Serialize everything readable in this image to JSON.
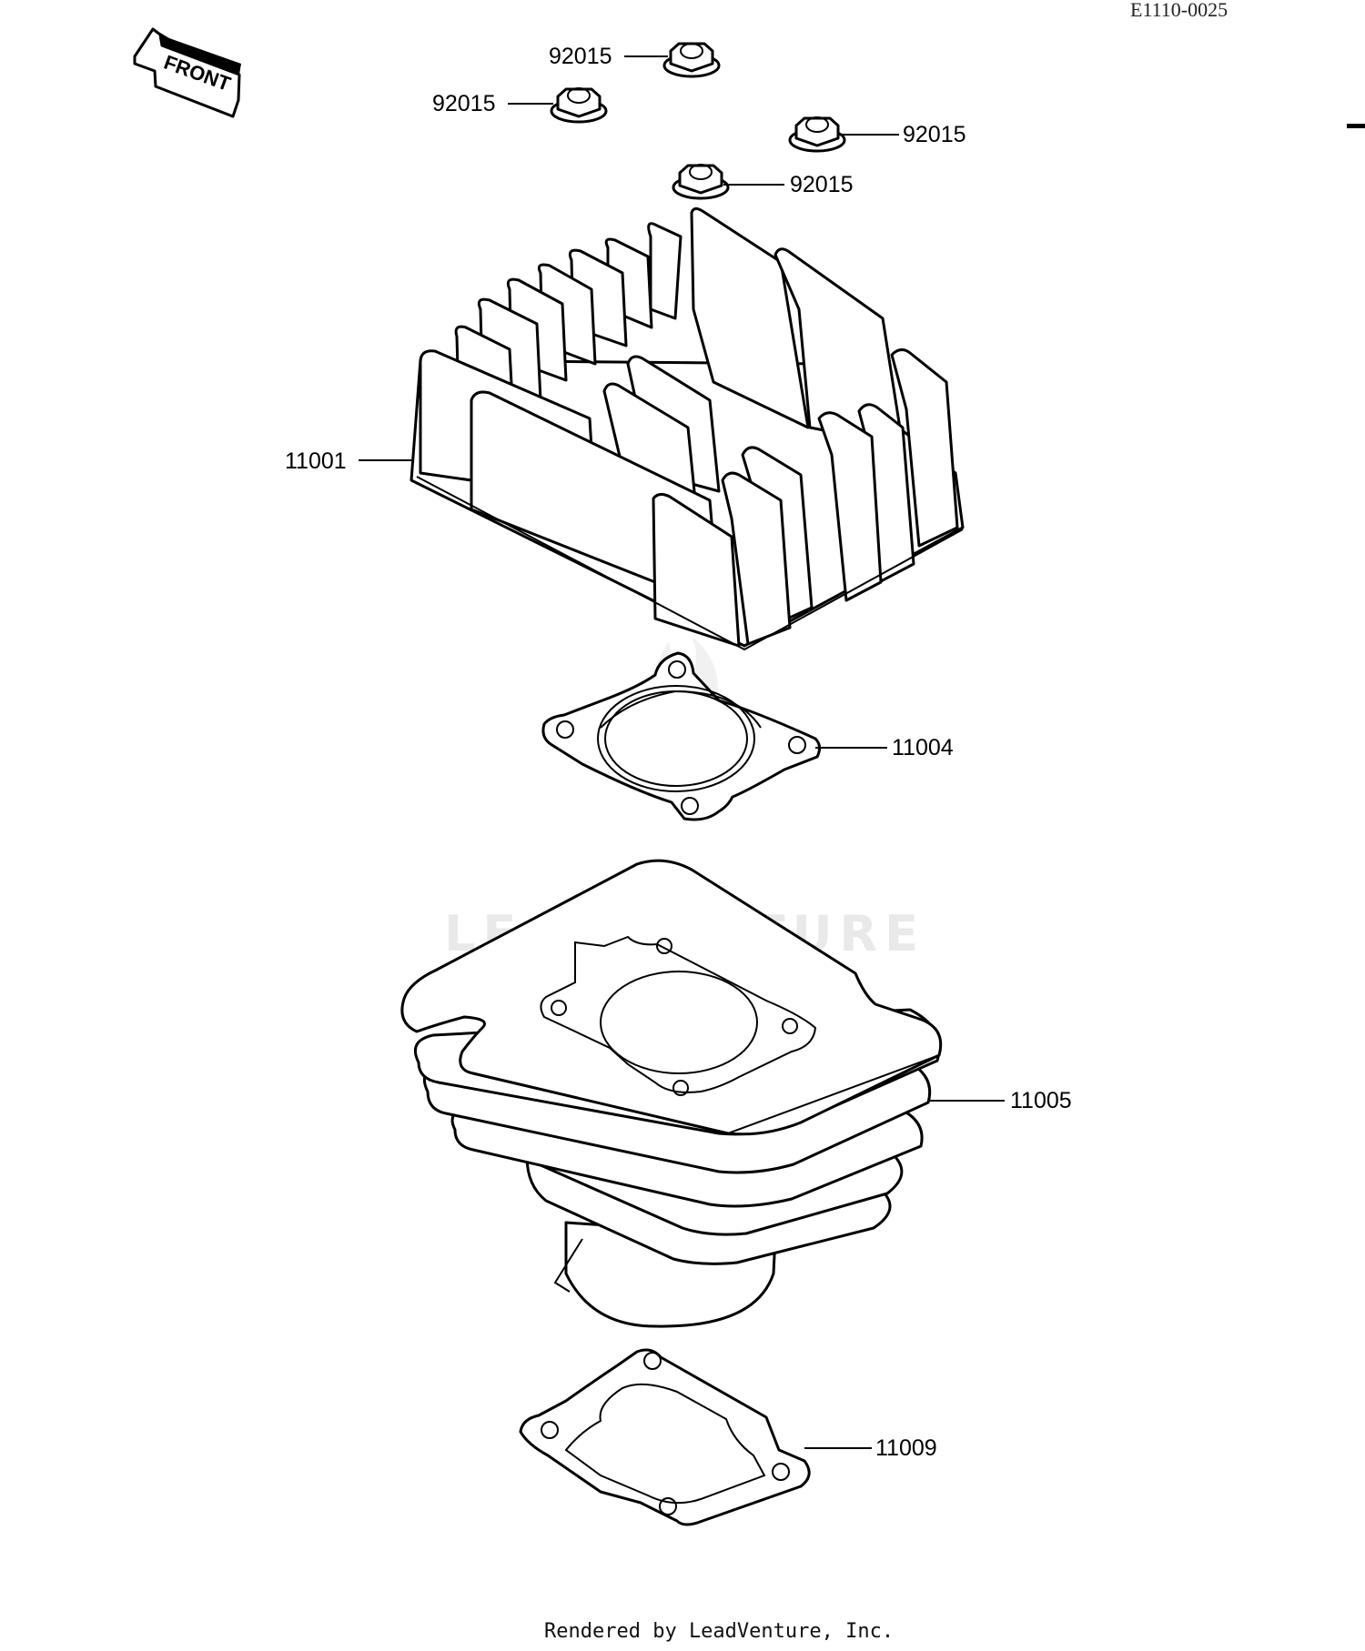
{
  "diagram": {
    "code": "E1110-0025",
    "front_label": "FRONT",
    "watermark": "LEADVENTURE",
    "footer": "Rendered by LeadVenture, Inc."
  },
  "parts": [
    {
      "id": "nut-1",
      "number": "92015",
      "icon": "flange-nut-icon"
    },
    {
      "id": "nut-2",
      "number": "92015",
      "icon": "flange-nut-icon"
    },
    {
      "id": "nut-3",
      "number": "92015",
      "icon": "flange-nut-icon"
    },
    {
      "id": "nut-4",
      "number": "92015",
      "icon": "flange-nut-icon"
    },
    {
      "id": "head",
      "number": "11001",
      "icon": "cylinder-head-icon"
    },
    {
      "id": "head-gasket",
      "number": "11004",
      "icon": "head-gasket-icon"
    },
    {
      "id": "cylinder",
      "number": "11005",
      "icon": "cylinder-icon"
    },
    {
      "id": "base-gasket",
      "number": "11009",
      "icon": "base-gasket-icon"
    }
  ]
}
